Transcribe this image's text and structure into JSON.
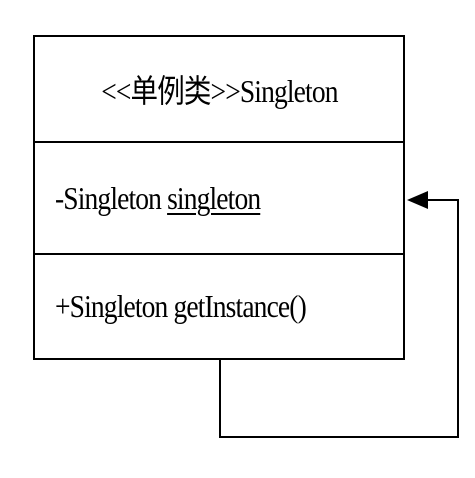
{
  "uml_class": {
    "name": "<<单例类>>Singleton",
    "attributes": [
      {
        "visibility": "-",
        "type": "Singleton",
        "name": "singleton",
        "static": true
      }
    ],
    "operations": [
      {
        "signature": "+Singleton getInstance()"
      }
    ]
  },
  "connector": {
    "kind": "self-association",
    "arrowhead": "filled-triangle",
    "color": "#000000"
  }
}
